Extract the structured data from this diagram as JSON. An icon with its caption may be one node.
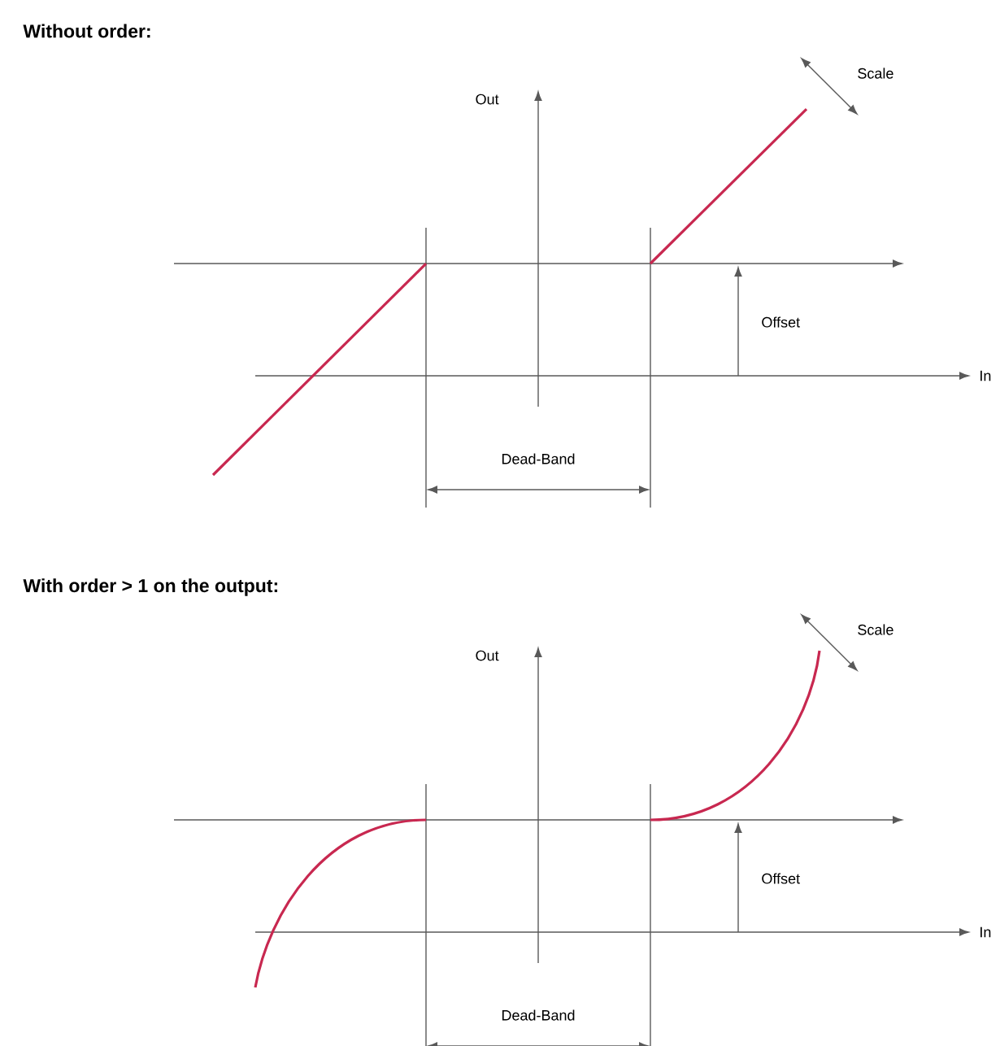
{
  "diagram": {
    "labels": [
      "Without order:",
      "Out",
      "Scale",
      "Offset",
      "In",
      "Dead-Band",
      "With order > 1 on the output:",
      "Out",
      "Scale",
      "Offset",
      "In",
      "Dead-Band"
    ]
  }
}
